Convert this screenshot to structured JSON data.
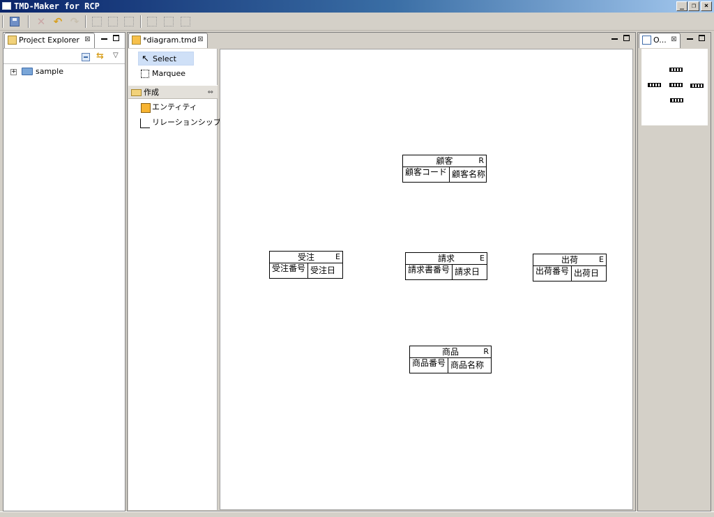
{
  "window": {
    "title": "TMD-Maker for RCP",
    "controls": [
      "_",
      "❐",
      "×"
    ]
  },
  "toolbar": {
    "icons": [
      "save-icon",
      "delete-icon",
      "undo-icon",
      "redo-icon",
      "align-left-icon",
      "align-center-icon",
      "align-right-icon",
      "align-top-icon",
      "align-middle-icon",
      "align-bottom-icon"
    ]
  },
  "project_explorer": {
    "tab_label": "Project Explorer",
    "tree": [
      {
        "label": "sample",
        "expander": "+"
      }
    ]
  },
  "editor": {
    "tab_label": "*diagram.tmd"
  },
  "palette": {
    "tools": [
      {
        "label": "Select"
      },
      {
        "label": "Marquee"
      }
    ],
    "drawer": {
      "label": "作成",
      "items": [
        {
          "label": "エンティティ"
        },
        {
          "label": "リレーションシップ"
        }
      ]
    }
  },
  "outline": {
    "tab_label": "O..."
  },
  "entities": [
    {
      "name": "顧客",
      "type": "R",
      "key": "顧客コード",
      "attr": "顧客名称"
    },
    {
      "name": "受注",
      "type": "E",
      "key": "受注番号",
      "attr": "受注日"
    },
    {
      "name": "請求",
      "type": "E",
      "key": "請求書番号",
      "attr": "請求日"
    },
    {
      "name": "出荷",
      "type": "E",
      "key": "出荷番号",
      "attr": "出荷日"
    },
    {
      "name": "商品",
      "type": "R",
      "key": "商品番号",
      "attr": "商品名称"
    }
  ]
}
